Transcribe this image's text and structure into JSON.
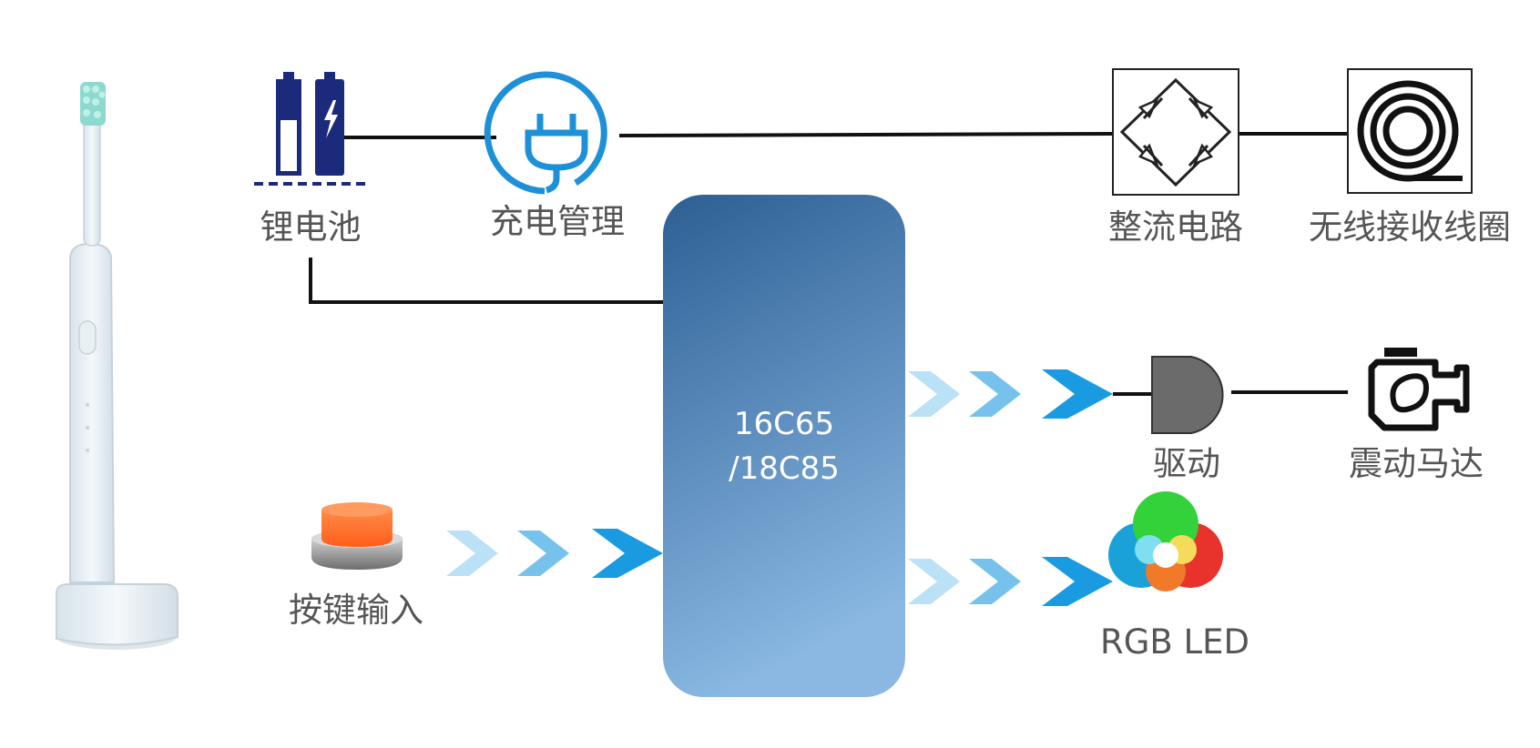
{
  "chip": {
    "line1": "16C65",
    "line2": "/18C85"
  },
  "labels": {
    "battery": "锂电池",
    "charge": "充电管理",
    "rectifier": "整流电路",
    "coil": "无线接收线圈",
    "driver": "驱动",
    "motor": "震动马达",
    "button": "按键输入",
    "rgb": "RGB LED"
  },
  "icons": {
    "toothbrush": "electric-toothbrush-image",
    "battery": "battery-icon",
    "charge": "plug-icon",
    "rectifier": "bridge-rectifier-icon",
    "coil": "coil-icon",
    "driver": "and-gate-icon",
    "motor": "engine-icon",
    "button": "push-button-icon",
    "rgb": "rgb-venn-icon"
  },
  "colors": {
    "chip_top": "#2d5f94",
    "chip_bottom": "#8ab8e3",
    "arrow": "#1a9ae0",
    "plug": "#1e90d8",
    "battery": "#1b2a7a",
    "button": "#ff6a2a",
    "rgb_green": "#33d23a",
    "rgb_cyan": "#1aa2d8",
    "rgb_red": "#e8322c",
    "rgb_orange": "#f07a2a",
    "rgb_yellow": "#f4dc5a",
    "rgb_lightblue": "#7fdff0",
    "driver_gate": "#6b6b6b"
  }
}
